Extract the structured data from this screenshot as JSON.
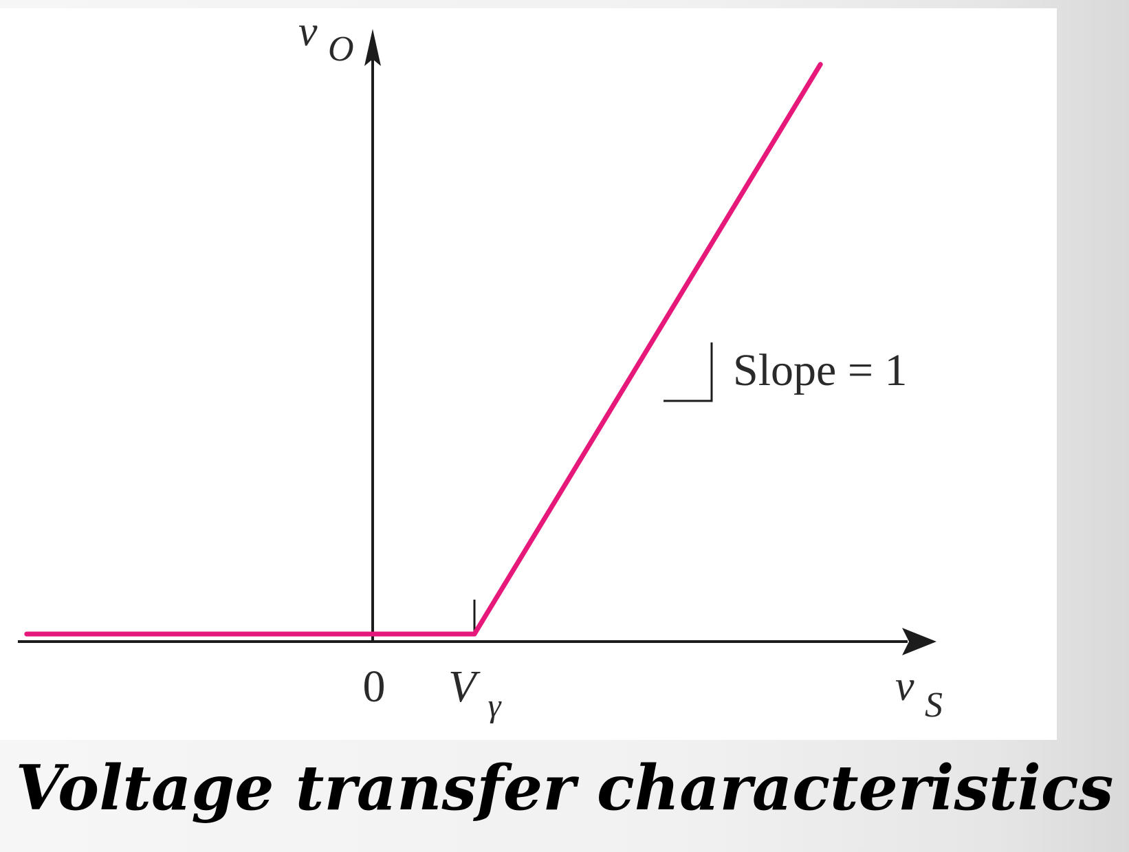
{
  "chart_data": {
    "type": "line",
    "title": "",
    "xlabel": {
      "main": "v",
      "sub": "S"
    },
    "ylabel": {
      "main": "v",
      "sub": "O"
    },
    "x_ticks": [
      {
        "value": 0,
        "label": "0"
      },
      {
        "value": 1,
        "label_main": "V",
        "label_sub": "γ"
      }
    ],
    "xlim": [
      -3.4,
      4.5
    ],
    "ylim": [
      0,
      4.8
    ],
    "series": [
      {
        "points": [
          [
            -3.4,
            0
          ],
          [
            0,
            0
          ],
          [
            1,
            0
          ],
          [
            4.4,
            3.8
          ]
        ]
      }
    ],
    "annotations": [
      {
        "text": "Slope = 1",
        "x": 3.2
      }
    ],
    "grid": false,
    "legend": "none"
  },
  "caption": "Voltage transfer characteristics",
  "colors": {
    "curve": "#e6197a",
    "axis": "#1c1c1c",
    "text": "#2a2a2a",
    "caption": "#000000"
  }
}
